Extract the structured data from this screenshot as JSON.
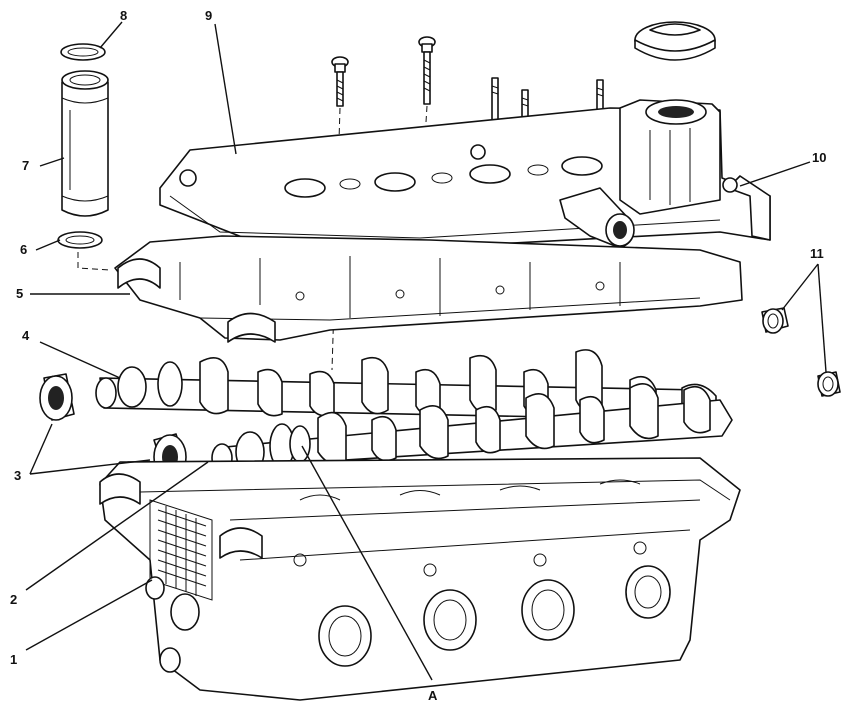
{
  "diagram": {
    "callouts": [
      {
        "id": "1",
        "text": "1"
      },
      {
        "id": "2",
        "text": "2"
      },
      {
        "id": "3",
        "text": "3"
      },
      {
        "id": "4",
        "text": "4"
      },
      {
        "id": "5",
        "text": "5"
      },
      {
        "id": "6",
        "text": "6"
      },
      {
        "id": "7",
        "text": "7"
      },
      {
        "id": "8",
        "text": "8"
      },
      {
        "id": "9",
        "text": "9"
      },
      {
        "id": "10",
        "text": "10"
      },
      {
        "id": "11",
        "text": "11"
      },
      {
        "id": "A",
        "text": "A"
      }
    ]
  }
}
